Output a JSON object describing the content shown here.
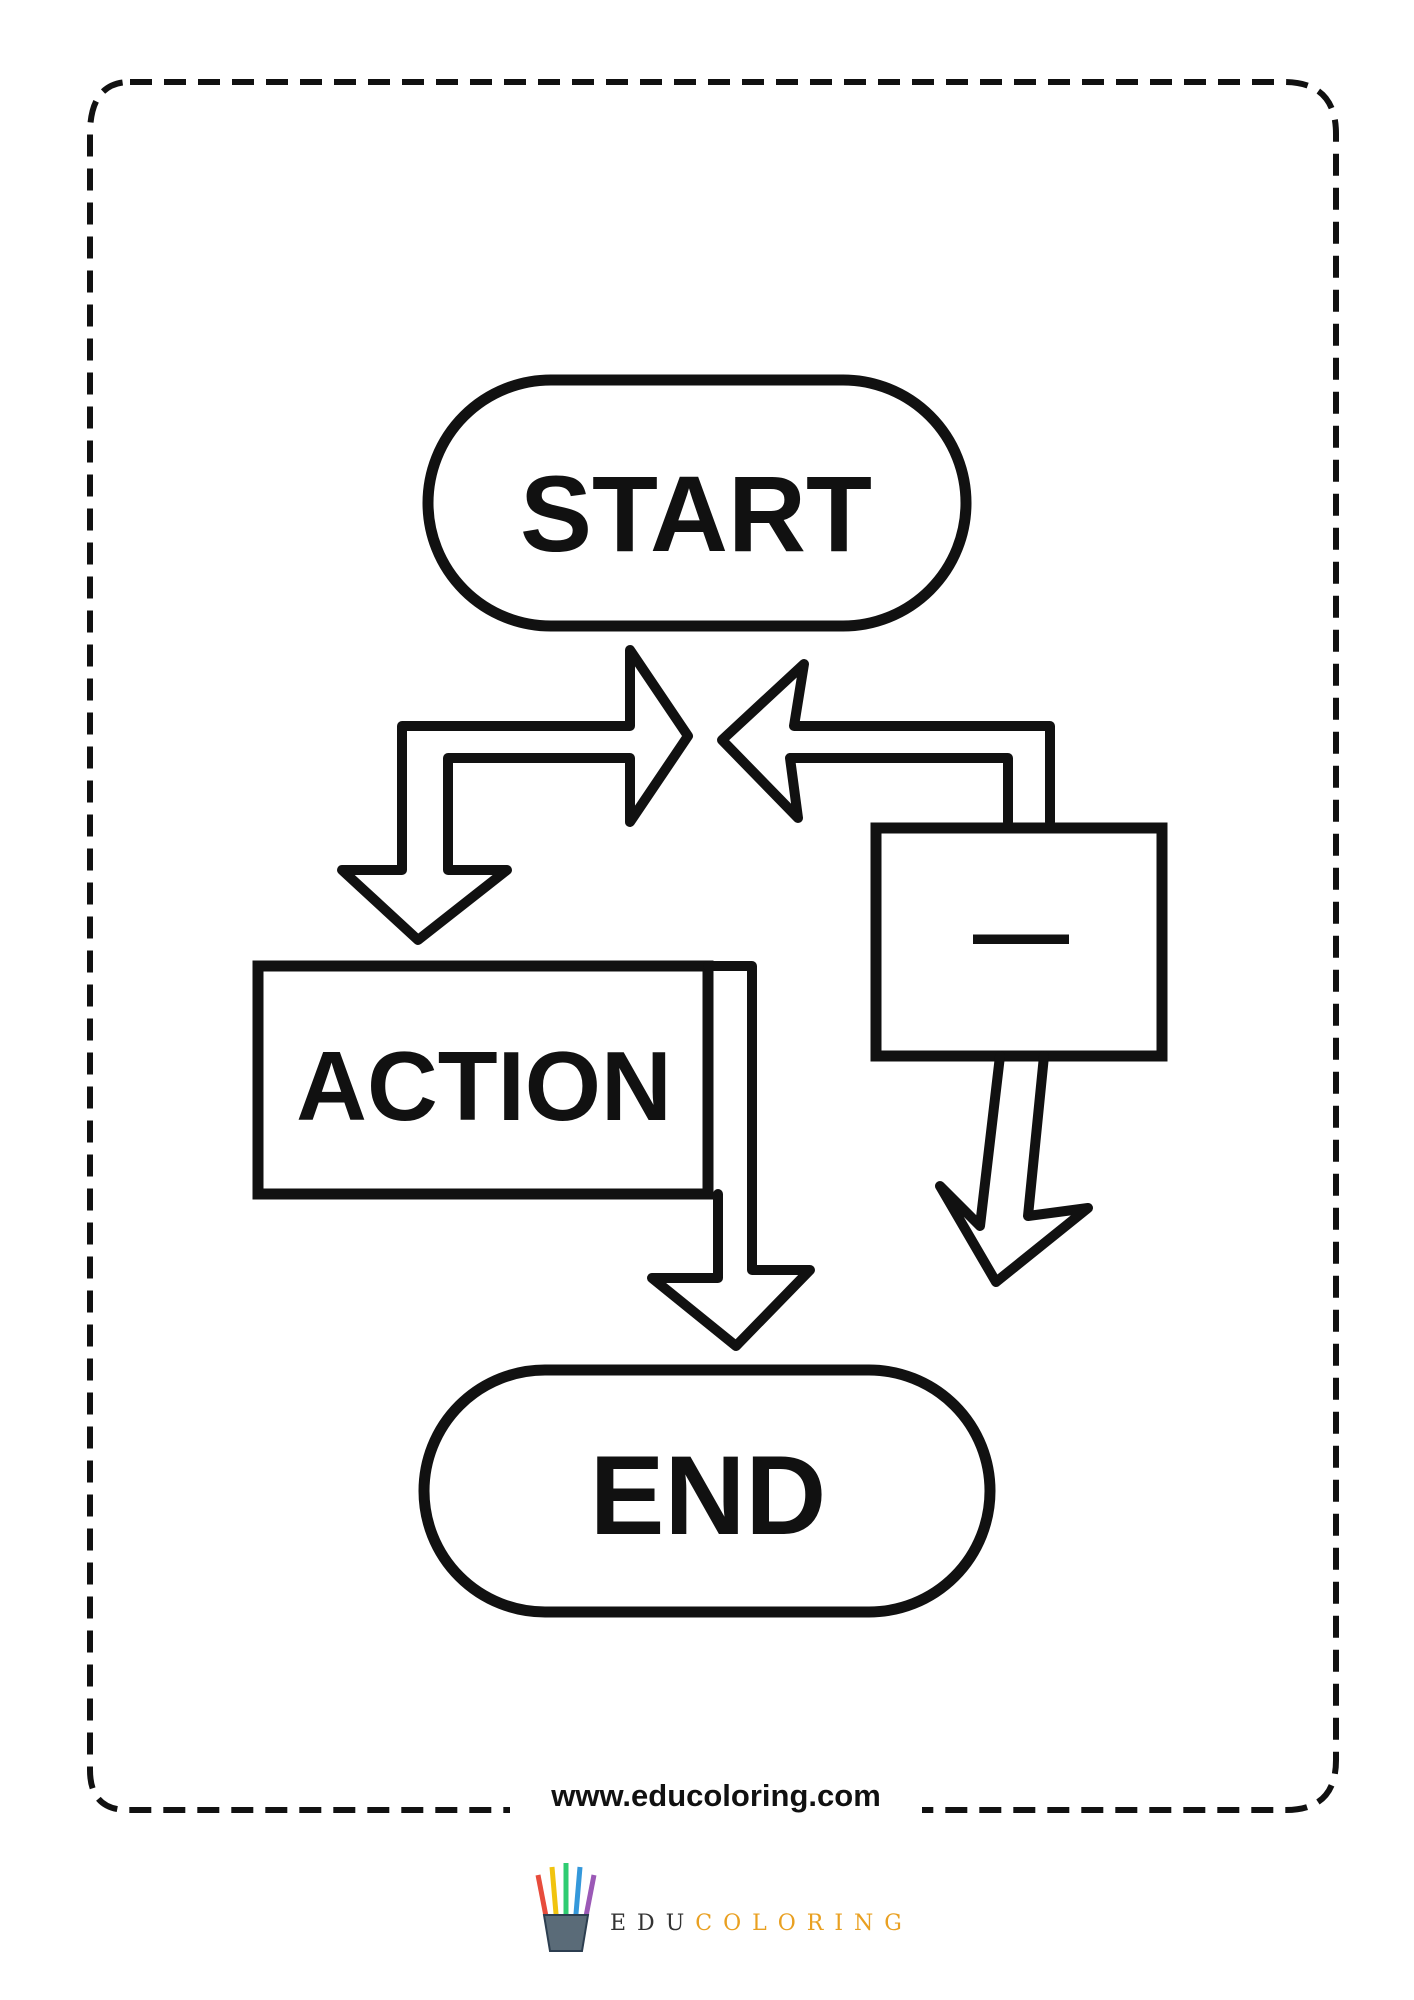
{
  "diagram": {
    "start_label": "START",
    "action_label": "ACTION",
    "decision_label": "—",
    "end_label": "END"
  },
  "footer": {
    "url": "www.educoloring.com"
  },
  "logo": {
    "part1": "EDU",
    "part2": "COLORING"
  }
}
